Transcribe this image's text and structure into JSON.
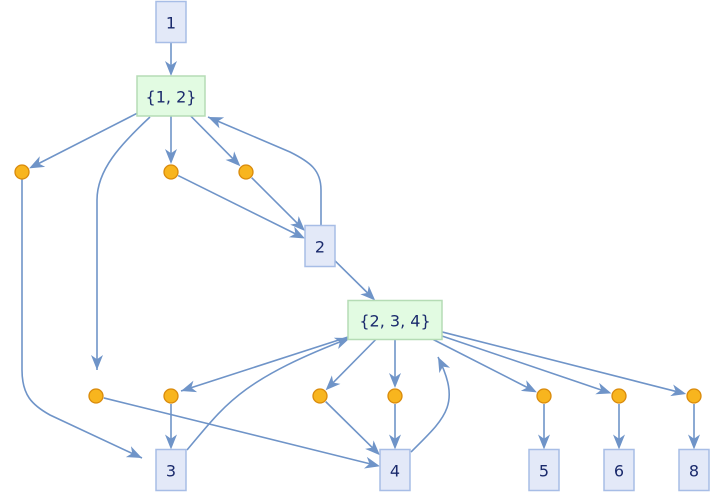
{
  "diagram": {
    "type": "directed-multiway-graph",
    "colors": {
      "edge": "#6f94c8",
      "state_fill": "#e3e9f8",
      "state_stroke": "#a7bde6",
      "event_fill": "#e2fbe2",
      "event_stroke": "#b5dcb5",
      "dot_fill": "#f8b51e",
      "dot_stroke": "#d98a0b",
      "label": "#1a2a6c"
    },
    "nodes": [
      {
        "id": "s1",
        "kind": "state",
        "label": "1"
      },
      {
        "id": "e12",
        "kind": "event",
        "label": "{1, 2}"
      },
      {
        "id": "d1",
        "kind": "dot",
        "label": ""
      },
      {
        "id": "d2",
        "kind": "dot",
        "label": ""
      },
      {
        "id": "d3",
        "kind": "dot",
        "label": ""
      },
      {
        "id": "d4",
        "kind": "dot",
        "label": ""
      },
      {
        "id": "s2",
        "kind": "state",
        "label": "2"
      },
      {
        "id": "e234",
        "kind": "event",
        "label": "{2, 3, 4}"
      },
      {
        "id": "d5",
        "kind": "dot",
        "label": ""
      },
      {
        "id": "d6",
        "kind": "dot",
        "label": ""
      },
      {
        "id": "d7",
        "kind": "dot",
        "label": ""
      },
      {
        "id": "d8",
        "kind": "dot",
        "label": ""
      },
      {
        "id": "d9",
        "kind": "dot",
        "label": ""
      },
      {
        "id": "d10",
        "kind": "dot",
        "label": ""
      },
      {
        "id": "s3",
        "kind": "state",
        "label": "3"
      },
      {
        "id": "s4",
        "kind": "state",
        "label": "4"
      },
      {
        "id": "s5",
        "kind": "state",
        "label": "5"
      },
      {
        "id": "s6",
        "kind": "state",
        "label": "6"
      },
      {
        "id": "s8",
        "kind": "state",
        "label": "8"
      }
    ],
    "edges": [
      {
        "from": "s1",
        "to": "e12"
      },
      {
        "from": "e12",
        "to": "d1"
      },
      {
        "from": "e12",
        "to": "d2"
      },
      {
        "from": "e12",
        "to": "d3"
      },
      {
        "from": "e12",
        "to": "d4"
      },
      {
        "from": "d1",
        "to": "s3"
      },
      {
        "from": "d2",
        "to": "s2"
      },
      {
        "from": "d3",
        "to": "s2"
      },
      {
        "from": "s2",
        "to": "e12"
      },
      {
        "from": "s2",
        "to": "e234"
      },
      {
        "from": "e234",
        "to": "d5"
      },
      {
        "from": "e234",
        "to": "d6"
      },
      {
        "from": "e234",
        "to": "d7"
      },
      {
        "from": "e234",
        "to": "d8"
      },
      {
        "from": "e234",
        "to": "d9"
      },
      {
        "from": "e234",
        "to": "d10"
      },
      {
        "from": "d4",
        "to": "s4"
      },
      {
        "from": "d5",
        "to": "s3"
      },
      {
        "from": "d6",
        "to": "s4"
      },
      {
        "from": "d7",
        "to": "s4"
      },
      {
        "from": "s3",
        "to": "e234"
      },
      {
        "from": "s4",
        "to": "e234"
      },
      {
        "from": "d8",
        "to": "s5"
      },
      {
        "from": "d9",
        "to": "s6"
      },
      {
        "from": "d10",
        "to": "s8"
      }
    ]
  }
}
